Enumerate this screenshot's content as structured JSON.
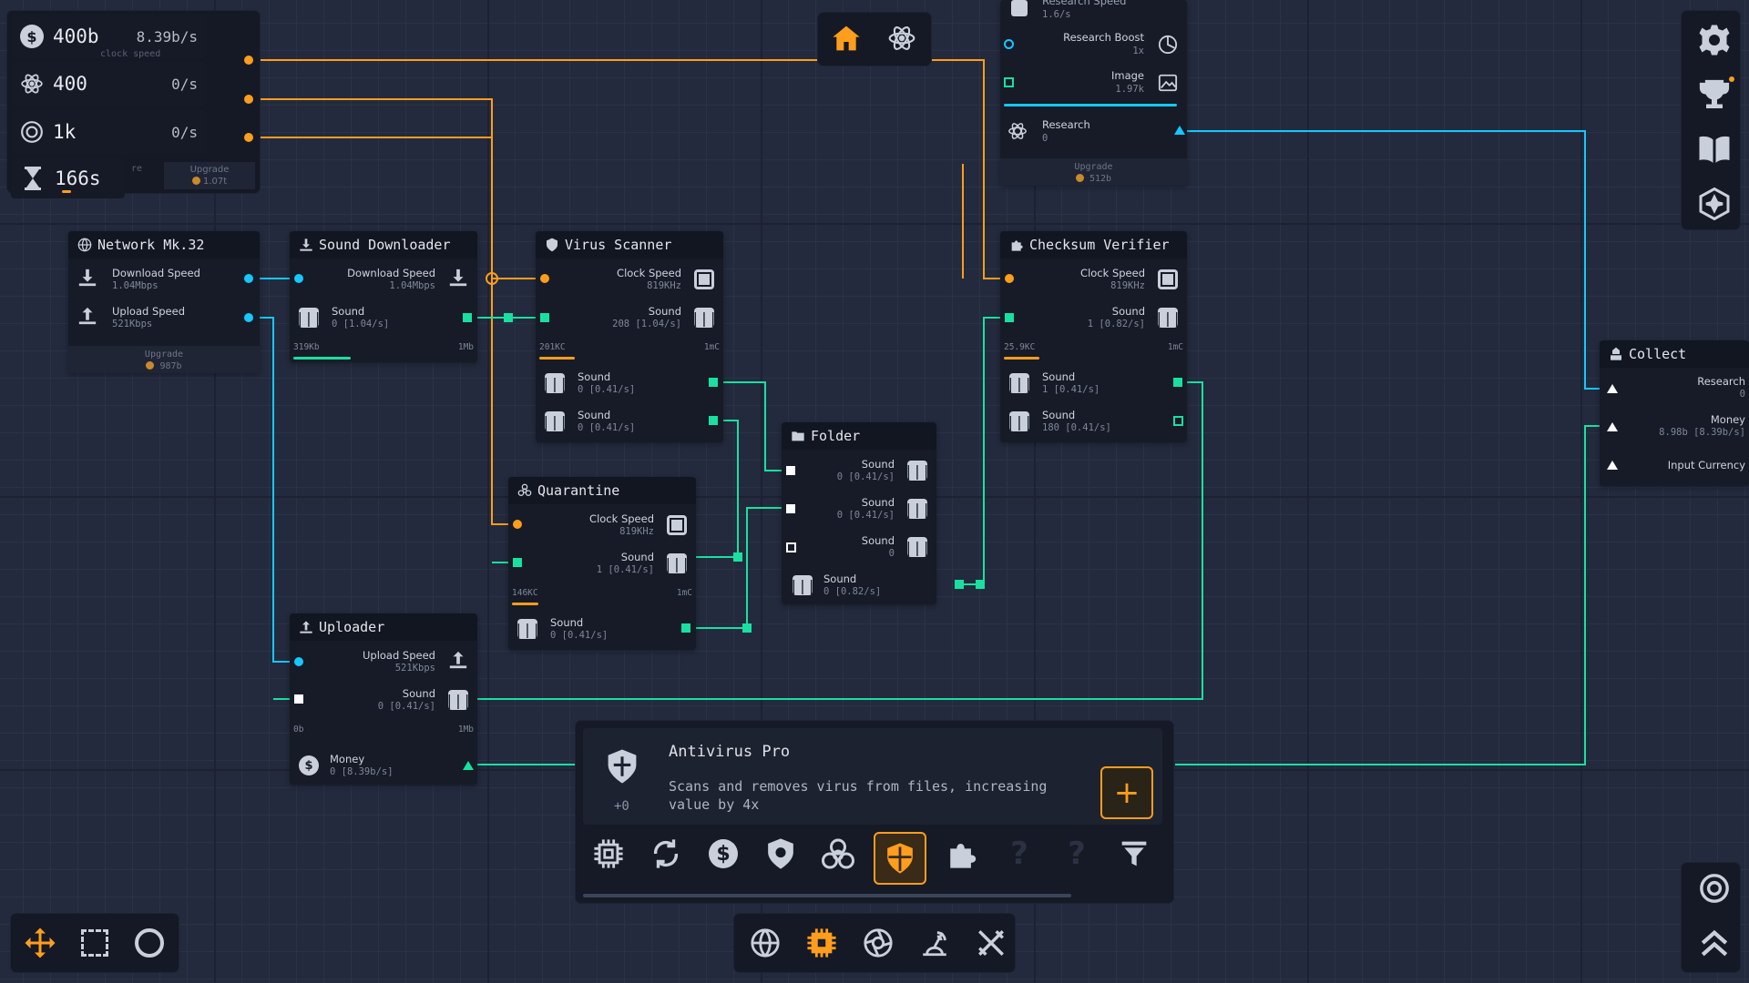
{
  "colors": {
    "orange": "#ff9d1c",
    "cyan": "#17c7ff",
    "green": "#19e0a0",
    "panel": "#161b27",
    "grid": "#232a3d"
  },
  "resources": [
    {
      "icon": "dollar-icon",
      "value": "400b",
      "rate": "8.39b/s"
    },
    {
      "icon": "atom-icon",
      "value": "400",
      "rate": "0/s"
    },
    {
      "icon": "target-icon",
      "value": "1k",
      "rate": "0/s"
    }
  ],
  "timer": {
    "value": "166s",
    "upgrade_label": "Upgrade",
    "upgrade_cost": "1.07t",
    "sub_cut": "re"
  },
  "hidden_label": "clock speed",
  "top_center": {
    "home_icon": "home-icon",
    "atom_icon": "atom-icon"
  },
  "research_panel": {
    "top_label": "Research Speed",
    "top_value": "1.6/s",
    "boost_label": "Research Boost",
    "boost_value": "1x",
    "image_label": "Image",
    "image_value": "1.97k",
    "research_label": "Research",
    "research_value": "0",
    "upgrade_label": "Upgrade",
    "upgrade_cost": "512b"
  },
  "nodes": {
    "network": {
      "title": "Network Mk.32",
      "dl_label": "Download Speed",
      "dl_value": "1.04Mbps",
      "ul_label": "Upload Speed",
      "ul_value": "521Kbps",
      "upgrade_label": "Upgrade",
      "upgrade_cost": "987b"
    },
    "sound_downloader": {
      "title": "Sound Downloader",
      "dl_label": "Download Speed",
      "dl_value": "1.04Mbps",
      "sound_label": "Sound",
      "sound_value": "0 [1.04/s]",
      "bar_left": "319Kb",
      "bar_right": "1Mb",
      "progress": 0.32
    },
    "virus_scanner": {
      "title": "Virus Scanner",
      "clock_label": "Clock Speed",
      "clock_value": "819KHz",
      "sound_label": "Sound",
      "sound_value": "208 [1.04/s]",
      "bar_left": "201KC",
      "bar_right": "1mC",
      "progress": 0.2,
      "out1_label": "Sound",
      "out1_value": "0 [0.41/s]",
      "out2_label": "Sound",
      "out2_value": "0 [0.41/s]"
    },
    "quarantine": {
      "title": "Quarantine",
      "clock_label": "Clock Speed",
      "clock_value": "819KHz",
      "sound_label": "Sound",
      "sound_value": "1 [0.41/s]",
      "bar_left": "146KC",
      "bar_right": "1mC",
      "progress": 0.15,
      "out_label": "Sound",
      "out_value": "0 [0.41/s]"
    },
    "folder": {
      "title": "Folder",
      "r1_label": "Sound",
      "r1_value": "0 [0.41/s]",
      "r2_label": "Sound",
      "r2_value": "0 [0.41/s]",
      "r3_label": "Sound",
      "r3_value": "0",
      "out_label": "Sound",
      "out_value": "0 [0.82/s]"
    },
    "checksum": {
      "title": "Checksum Verifier",
      "clock_label": "Clock Speed",
      "clock_value": "819KHz",
      "sound_label": "Sound",
      "sound_value": "1 [0.82/s]",
      "bar_left": "25.9KC",
      "bar_right": "1mC",
      "progress": 0.2,
      "out1_label": "Sound",
      "out1_value": "1 [0.41/s]",
      "out2_label": "Sound",
      "out2_value": "180 [0.41/s]"
    },
    "uploader": {
      "title": "Uploader",
      "ul_label": "Upload Speed",
      "ul_value": "521Kbps",
      "sound_label": "Sound",
      "sound_value": "0 [0.41/s]",
      "bar_left": "0b",
      "bar_right": "1Mb",
      "progress": 0,
      "money_label": "Money",
      "money_value": "0 [8.39b/s]"
    },
    "collect": {
      "title": "Collect",
      "r1_label": "Research",
      "r1_value": "0",
      "r2_label": "Money",
      "r2_value": "8.98b [8.39b/s]",
      "r3_label": "Input Currency"
    }
  },
  "detail": {
    "title": "Antivirus Pro",
    "description": "Scans and removes virus from files, increasing value by 4x",
    "count": "+0",
    "add_label": "+"
  },
  "node_palette": [
    "chip-icon",
    "refresh-icon",
    "dollar-icon",
    "shield-virus-icon",
    "biohazard-icon",
    "shield-icon",
    "puzzle-icon",
    "question-icon",
    "question-icon",
    "filter-icon"
  ],
  "bottom_tabs": [
    "globe-icon",
    "cpu-icon",
    "aperture-icon",
    "antenna-icon",
    "tools-icon"
  ],
  "left_tools": [
    "move-icon",
    "select-icon",
    "circle-icon"
  ],
  "right_tools": [
    "settings-icon",
    "trophy-icon",
    "book-icon",
    "hexagon-icon"
  ],
  "right_bottom": [
    "target-icon",
    "chevrons-up-icon"
  ]
}
